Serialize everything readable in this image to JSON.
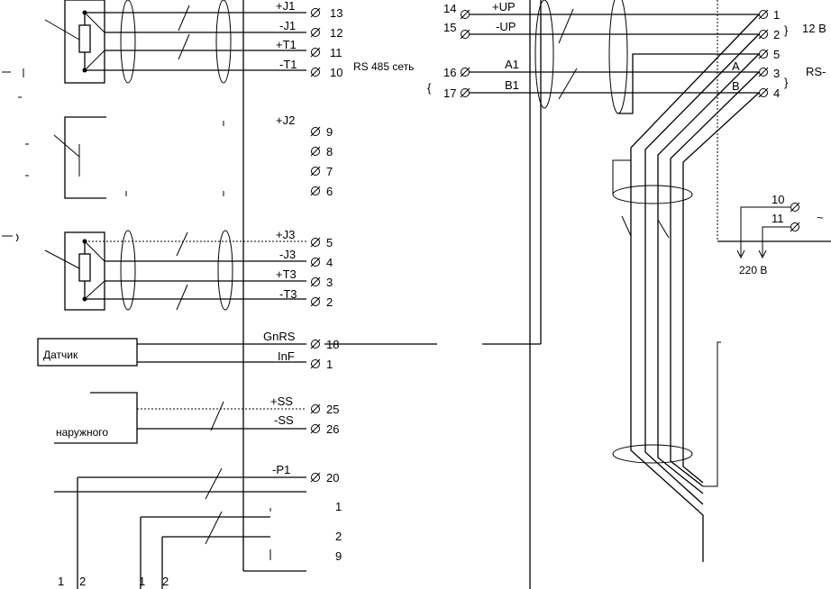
{
  "left_terminals": [
    {
      "signal": "+J1",
      "number": "13"
    },
    {
      "signal": "-J1",
      "number": "12"
    },
    {
      "signal": "+T1",
      "number": "11"
    },
    {
      "signal": "-T1",
      "number": "10"
    },
    {
      "signal": "+J2",
      "number": "9"
    },
    {
      "signal": "",
      "number": "8"
    },
    {
      "signal": "",
      "number": "7"
    },
    {
      "signal": "",
      "number": "6"
    },
    {
      "signal": "+J3",
      "number": "5"
    },
    {
      "signal": "-J3",
      "number": "4"
    },
    {
      "signal": "+T3",
      "number": "3"
    },
    {
      "signal": "-T3",
      "number": "2"
    },
    {
      "signal": "GnRS",
      "number": "18"
    },
    {
      "signal": "InF",
      "number": "1"
    },
    {
      "signal": "+SS",
      "number": "25"
    },
    {
      "signal": "-SS",
      "number": "26"
    },
    {
      "signal": "-P1",
      "number": "20"
    },
    {
      "signal": "",
      "number": "1"
    },
    {
      "signal": "",
      "number": "2"
    },
    {
      "signal": "",
      "number": "9"
    }
  ],
  "rs485_label": "RS 485 сеть",
  "block_texts": {
    "sensor_block": "Датчик",
    "left_fragment": "наружного"
  },
  "right_terminals": [
    {
      "number": "14",
      "signal": "+UP"
    },
    {
      "number": "15",
      "signal": "-UP"
    },
    {
      "number": "16",
      "signal": "A1"
    },
    {
      "number": "17",
      "signal": "B1"
    }
  ],
  "far_right_terminals": [
    "1",
    "2",
    "5",
    "3",
    "4"
  ],
  "far_right_letters": [
    "A",
    "B"
  ],
  "group_labels": {
    "power": "12 В",
    "rs": "RS-"
  },
  "bottom_terminals": [
    "10",
    "11"
  ],
  "bottom_voltage_label": "220 В",
  "bottom_numbers": [
    "1",
    "2",
    "1",
    "2"
  ]
}
